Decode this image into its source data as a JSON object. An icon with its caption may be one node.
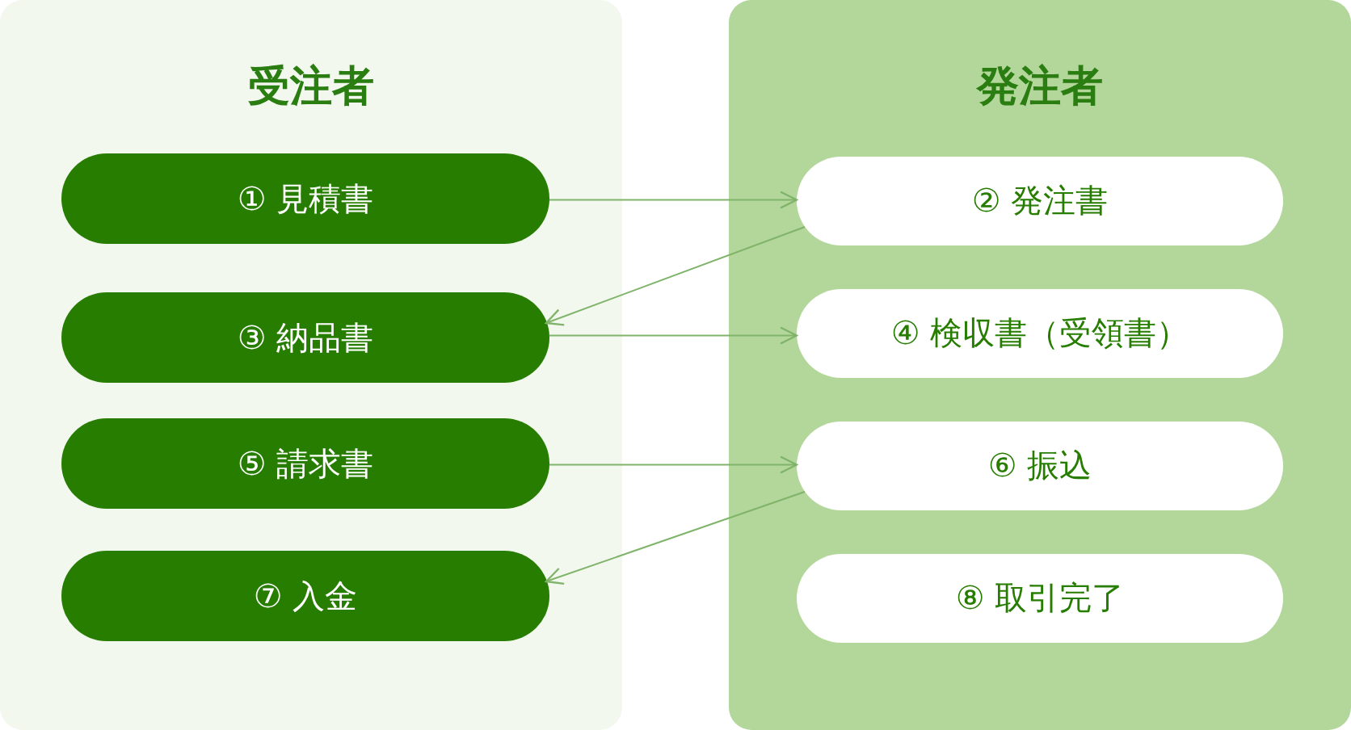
{
  "diagram": {
    "nodes": [
      {
        "text": [
          "受注者"
        ]
      },
      {
        "text": [
          "① 見積書"
        ],
        "in": 0
      },
      {
        "text": [
          "③ 納品書"
        ],
        "in": 0
      },
      {
        "text": [
          "⑤ 請求書"
        ],
        "in": 0
      },
      {
        "text": [
          "⑦ 入金"
        ],
        "in": 0
      },
      {
        "text": [
          "発注者"
        ]
      },
      {
        "text": [
          "② 発注書"
        ],
        "in": 5
      },
      {
        "text": [
          "④ 検収書（受領書）"
        ],
        "in": 5
      },
      {
        "text": [
          "⑥ 振込"
        ],
        "in": 5
      },
      {
        "text": [
          "⑧ 取引完了"
        ],
        "in": 5
      }
    ],
    "edges": [
      {
        "from": 1,
        "to": 6,
        "arrow": "to"
      },
      {
        "from": 6,
        "to": 2,
        "arrow": "to"
      },
      {
        "from": 2,
        "to": 7,
        "arrow": "to"
      },
      {
        "from": 3,
        "to": 8,
        "arrow": "to"
      },
      {
        "from": 8,
        "to": 4,
        "arrow": "to"
      }
    ]
  }
}
